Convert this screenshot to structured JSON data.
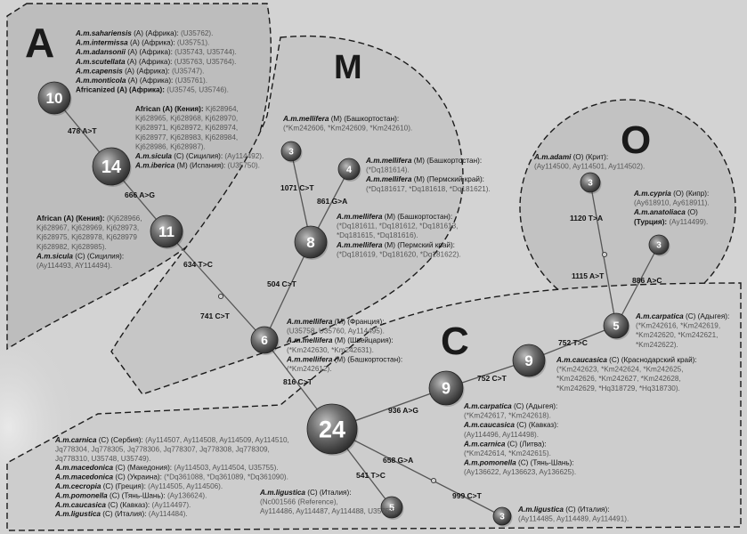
{
  "colors": {
    "background": "#d3d3d3",
    "regionFill": "#bdbdbd",
    "regionStroke": "#1a1a1a",
    "nodeDark": "#3a3a3a",
    "nodeLight": "#9a9a9a",
    "edge": "#555555",
    "accession": "#555555"
  },
  "regions": [
    {
      "id": "A",
      "label": "A"
    },
    {
      "id": "M",
      "label": "M"
    },
    {
      "id": "O",
      "label": "O"
    },
    {
      "id": "C",
      "label": "C"
    }
  ],
  "nodes": [
    {
      "id": "n10",
      "count": "10"
    },
    {
      "id": "n14",
      "count": "14"
    },
    {
      "id": "n11",
      "count": "11"
    },
    {
      "id": "nM3",
      "count": "3"
    },
    {
      "id": "nM4",
      "count": "4"
    },
    {
      "id": "nM8",
      "count": "8"
    },
    {
      "id": "n6",
      "count": "6"
    },
    {
      "id": "n24",
      "count": "24"
    },
    {
      "id": "nC9a",
      "count": "9"
    },
    {
      "id": "nC9b",
      "count": "9"
    },
    {
      "id": "nC5",
      "count": "5"
    },
    {
      "id": "nO3a",
      "count": "3"
    },
    {
      "id": "nO3b",
      "count": "3"
    },
    {
      "id": "nL5",
      "count": "5"
    },
    {
      "id": "nL3",
      "count": "3"
    }
  ],
  "mutations": [
    {
      "id": "m1",
      "label": "478 A>T"
    },
    {
      "id": "m2",
      "label": "666 A>G"
    },
    {
      "id": "m3",
      "label": "634 T>C"
    },
    {
      "id": "m4",
      "label": "741 C>T"
    },
    {
      "id": "m5",
      "label": "504 C>T"
    },
    {
      "id": "m6",
      "label": "1071 C>T"
    },
    {
      "id": "m7",
      "label": "861 G>A"
    },
    {
      "id": "m8",
      "label": "816 C>T"
    },
    {
      "id": "m9",
      "label": "936 A>G"
    },
    {
      "id": "m10",
      "label": "752 C>T"
    },
    {
      "id": "m11",
      "label": "752 T>C"
    },
    {
      "id": "m12",
      "label": "1120 T>A"
    },
    {
      "id": "m13",
      "label": "1115 A>T"
    },
    {
      "id": "m14",
      "label": "886 A>C"
    },
    {
      "id": "m15",
      "label": "658 G>A"
    },
    {
      "id": "m16",
      "label": "541 T>C"
    },
    {
      "id": "m17",
      "label": "999 C>T"
    }
  ],
  "notes": {
    "A_top": [
      [
        [
          "it",
          "A.m.sahariensis"
        ],
        [
          "",
          "(A) (Африка): "
        ],
        [
          "g",
          "(U35762)."
        ]
      ],
      [
        [
          "it",
          "A.m.intermissa"
        ],
        [
          "",
          "(A) (Африка): "
        ],
        [
          "g",
          "(U35751)."
        ]
      ],
      [
        [
          "it",
          "A.m.adansonii"
        ],
        [
          "",
          "(A) (Африка): "
        ],
        [
          "g",
          "(U35743, U35744)."
        ]
      ],
      [
        [
          "it",
          "A.m.scutellata"
        ],
        [
          "",
          "(A) (Африка): "
        ],
        [
          "g",
          "(U35763, U35764)."
        ]
      ],
      [
        [
          "it",
          "A.m.capensis"
        ],
        [
          "",
          "(A) (Африка): "
        ],
        [
          "g",
          "(U35747)."
        ]
      ],
      [
        [
          "it",
          "A.m.monticola"
        ],
        [
          "",
          "(A) (Африка): "
        ],
        [
          "g",
          "(U35761)."
        ]
      ],
      [
        [
          "b",
          "Africanized (A) (Африка): "
        ],
        [
          "g",
          "(U35745, U35746)."
        ]
      ]
    ],
    "A_mid": [
      [
        [
          "b",
          "African (A) (Кения): "
        ],
        [
          "g",
          "Kj628964,"
        ]
      ],
      [
        [
          "g",
          "Kj628965, Kj628968, Kj628970,"
        ]
      ],
      [
        [
          "g",
          "Kj628971, Kj628972, Kj628974,"
        ]
      ],
      [
        [
          "g",
          "Kj628977, Kj628983, Kj628984,"
        ]
      ],
      [
        [
          "g",
          "Kj628986, Kj628987)."
        ]
      ],
      [
        [
          "it",
          "A.m.sicula"
        ],
        [
          "",
          "(C) (Сицилия): "
        ],
        [
          "g",
          "(Ay114492)."
        ]
      ],
      [
        [
          "it",
          "A.m.iberica"
        ],
        [
          "",
          "(M) (Испания): "
        ],
        [
          "g",
          "(U35750)."
        ]
      ]
    ],
    "A_low": [
      [
        [
          "b",
          "African (A) (Кения): "
        ],
        [
          "g",
          "(Kj628966,"
        ]
      ],
      [
        [
          "g",
          "Kj628967, Kj628969, Kj628973,"
        ]
      ],
      [
        [
          "g",
          "Kj628975, Kj628978, Kj628979"
        ]
      ],
      [
        [
          "g",
          "Kj628982, Kj628985)."
        ]
      ],
      [
        [
          "it",
          "A.m.sicula"
        ],
        [
          "",
          "(C) (Сицилия):"
        ]
      ],
      [
        [
          "g",
          "(Ay114493, AY114494)."
        ]
      ]
    ],
    "M_3": [
      [
        [
          "it",
          "A.m.mellifera"
        ],
        [
          "",
          "(M) (Башкортостан):"
        ]
      ],
      [
        [
          "g",
          "(*Km242606, *Km242609, *Km242610)."
        ]
      ]
    ],
    "M_4": [
      [
        [
          "it",
          "A.m.mellifera"
        ],
        [
          "",
          "(M) (Башкортостан):"
        ]
      ],
      [
        [
          "g",
          "(*Dq181614)."
        ]
      ],
      [
        [
          "it",
          "A.m.mellifera"
        ],
        [
          "",
          "(M) (Пермский край):"
        ]
      ],
      [
        [
          "g",
          "(*Dq181617, *Dq181618, *Dq181621)."
        ]
      ]
    ],
    "M_8": [
      [
        [
          "it",
          "A.m.mellifera"
        ],
        [
          "",
          "(M) (Башкортостан):"
        ]
      ],
      [
        [
          "g",
          "(*Dq181611, *Dq181612, *Dq181613,"
        ]
      ],
      [
        [
          "g",
          "*Dq181615, *Dq181616)."
        ]
      ],
      [
        [
          "it",
          "A.m.mellifera"
        ],
        [
          "",
          "(M) (Пермский край):"
        ]
      ],
      [
        [
          "g",
          "(*Dq181619, *Dq181620, *Dq181622)."
        ]
      ]
    ],
    "M_6": [
      [
        [
          "it",
          "A.m.mellifera"
        ],
        [
          "",
          "(M) (Франция):"
        ]
      ],
      [
        [
          "g",
          "(U35758, U35760, Ay114495)."
        ]
      ],
      [
        [
          "it",
          "A.m.mellifera"
        ],
        [
          "",
          "(M) (Швейцария):"
        ]
      ],
      [
        [
          "g",
          "(*Km242630, *Km242631)."
        ]
      ],
      [
        [
          "it",
          "A.m.mellifera"
        ],
        [
          "",
          "(M) (Башкортостан):"
        ]
      ],
      [
        [
          "g",
          "(*Km242612)."
        ]
      ]
    ],
    "O_a": [
      [
        [
          "it",
          "A.m.adami"
        ],
        [
          "",
          "(O) (Крит):"
        ]
      ],
      [
        [
          "g",
          "(Ay114500, Ay114501, Ay114502)."
        ]
      ]
    ],
    "O_b": [
      [
        [
          "it",
          "A.m.cypria"
        ],
        [
          "",
          "(O) (Кипр):"
        ]
      ],
      [
        [
          "g",
          "(Ay618910, Ay618911)."
        ]
      ],
      [
        [
          "it",
          "A.m.anatoliaca"
        ],
        [
          "",
          "(O)"
        ]
      ],
      [
        [
          "b",
          "(Турция): "
        ],
        [
          "g",
          "(Ay114499)."
        ]
      ]
    ],
    "C_5": [
      [
        [
          "it",
          "A.m.carpatica"
        ],
        [
          "",
          "(C) (Адыгея):"
        ]
      ],
      [
        [
          "g",
          "(*Km242616, *Km242619,"
        ]
      ],
      [
        [
          "g",
          "*Km242620, *Km242621,"
        ]
      ],
      [
        [
          "g",
          "*Km242622)."
        ]
      ]
    ],
    "C_9b": [
      [
        [
          "it",
          "A.m.caucasica"
        ],
        [
          "",
          "(C) (Краснодарский край):"
        ]
      ],
      [
        [
          "g",
          "(*Km242623, *Km242624, *Km242625,"
        ]
      ],
      [
        [
          "g",
          "*Km242626, *Km242627, *Km242628,"
        ]
      ],
      [
        [
          "g",
          "*Km242629, *Hq318729, *Hq318730)."
        ]
      ]
    ],
    "C_9a": [
      [
        [
          "it",
          "A.m.carpatica"
        ],
        [
          "",
          "(C) (Адыгея):"
        ]
      ],
      [
        [
          "g",
          "(*Km242617, *Km242618)."
        ]
      ],
      [
        [
          "it",
          "A.m.caucasica"
        ],
        [
          "",
          "(C) (Кавказ):"
        ]
      ],
      [
        [
          "g",
          "(Ay114496, Ay114498)."
        ]
      ],
      [
        [
          "it",
          "A.m.carnica"
        ],
        [
          "",
          "(C) (Литва):"
        ]
      ],
      [
        [
          "g",
          "(*Km242614, *Km242615)."
        ]
      ],
      [
        [
          "it",
          "A.m.pomonella"
        ],
        [
          "",
          "(C) (Тянь-Шань):"
        ]
      ],
      [
        [
          "g",
          "(Ay136622, Ay136623, Ay136625)."
        ]
      ]
    ],
    "C_24": [
      [
        [
          "it",
          "A.m.carnica"
        ],
        [
          "",
          "(C) (Сербия): "
        ],
        [
          "g",
          "(Ay114507, Ay114508, Ay114509, Ay114510,"
        ]
      ],
      [
        [
          "g",
          "Jq778304, Jq778305, Jq778306, Jq778307, Jq778308, Jq778309,"
        ]
      ],
      [
        [
          "g",
          "Jq778310, U35748, U35749)."
        ]
      ],
      [
        [
          "it",
          "A.m.macedonica"
        ],
        [
          "",
          "(C) (Македония): "
        ],
        [
          "g",
          "(Ay114503, Ay114504, U35755)."
        ]
      ],
      [
        [
          "it",
          "A.m.macedonica"
        ],
        [
          "",
          "(C) (Украина): "
        ],
        [
          "g",
          "(*Dq361088, *Dq361089, *Dq361090)."
        ]
      ],
      [
        [
          "it",
          "A.m.cecropia"
        ],
        [
          "",
          "(C) (Греция): "
        ],
        [
          "g",
          "(Ay114505, Ay114506)."
        ]
      ],
      [
        [
          "it",
          "A.m.pomonella"
        ],
        [
          "",
          "(C) (Тянь-Шань): "
        ],
        [
          "g",
          "(Ay136624)."
        ]
      ],
      [
        [
          "it",
          "A.m.caucasica"
        ],
        [
          "",
          "(C) (Кавказ): "
        ],
        [
          "g",
          "(Ay114497)."
        ]
      ],
      [
        [
          "it",
          "A.m.ligustica"
        ],
        [
          "",
          "(C) (Италия): "
        ],
        [
          "g",
          "(Ay114484)."
        ]
      ]
    ],
    "C_L5": [
      [
        [
          "it",
          "A.m.ligustica"
        ],
        [
          "",
          "(C) (Италия):"
        ]
      ],
      [
        [
          "g",
          "(Nc001566 (Reference),"
        ]
      ],
      [
        [
          "g",
          "Ay114486, Ay114487, Ay114488, U35754)."
        ]
      ]
    ],
    "C_L3": [
      [
        [
          "it",
          "A.m.ligustica"
        ],
        [
          "",
          "(C) (Италия):"
        ]
      ],
      [
        [
          "g",
          "(Ay114485, Ay114489, Ay114491)."
        ]
      ]
    ]
  }
}
